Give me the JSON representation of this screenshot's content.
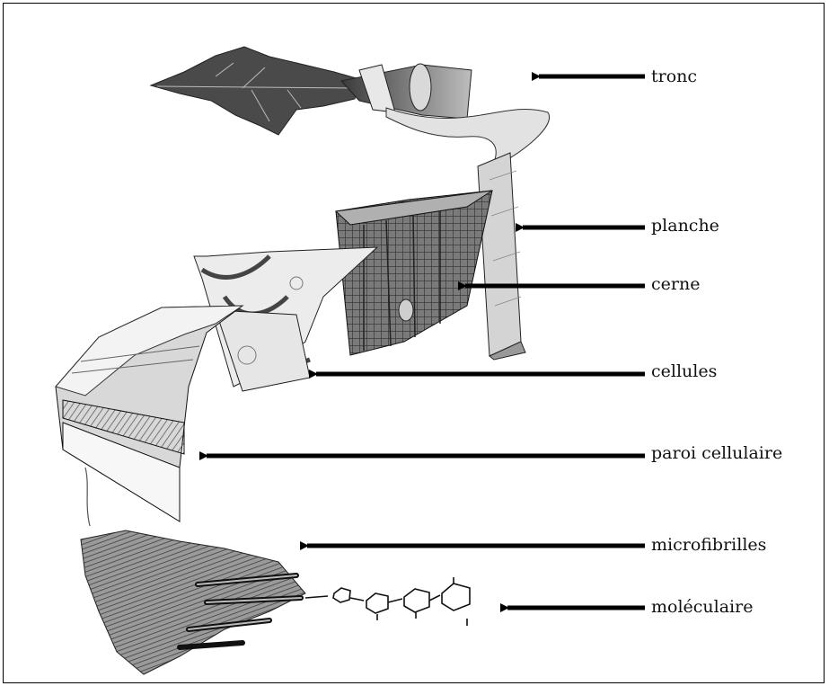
{
  "labels": [
    {
      "id": "tronc",
      "text": "tronc"
    },
    {
      "id": "planche",
      "text": "planche"
    },
    {
      "id": "cerne",
      "text": "cerne"
    },
    {
      "id": "cellules",
      "text": "cellules"
    },
    {
      "id": "paroi-cellulaire",
      "text": "paroi cellulaire"
    },
    {
      "id": "microfibrilles",
      "text": "microfibrilles"
    },
    {
      "id": "moleculaire",
      "text": "moléculaire"
    }
  ],
  "colors": {
    "ink": "#111111",
    "dark": "#3a3a3a",
    "mid": "#8a8a8a",
    "light": "#cfcfcf",
    "paper": "#eeeeee"
  }
}
